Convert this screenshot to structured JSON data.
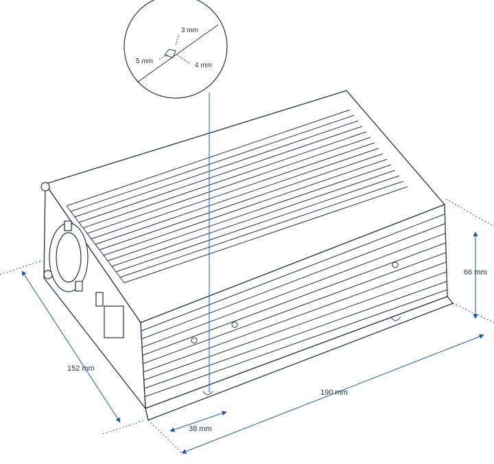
{
  "dimensions": {
    "width": "152 mm",
    "length": "190 mm",
    "height": "66 mm",
    "mount_offset": "38 mm"
  },
  "mount_detail": {
    "slot_width": "3 mm",
    "slot_depth": "5 mm",
    "slot_length": "4 mm"
  },
  "colors": {
    "line": "#1f2f44",
    "dimension": "#1a57b0",
    "body_fill": "#ffffff"
  }
}
